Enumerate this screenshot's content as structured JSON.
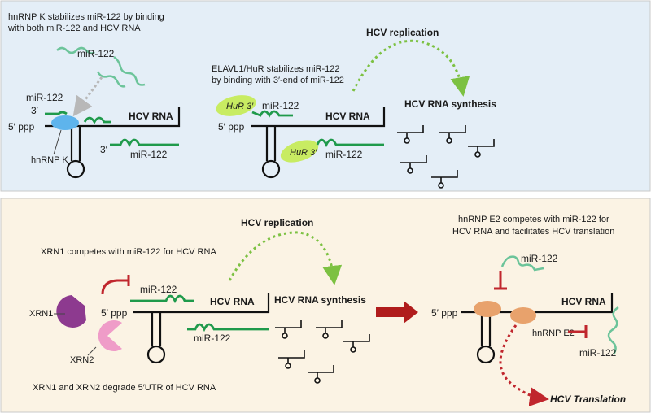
{
  "colors": {
    "top_panel_bg": "#e4eef7",
    "bottom_panel_bg": "#fbf3e4",
    "panel_border": "#c9c9c9",
    "rna_green": "#1f9a4b",
    "mirna_light_green": "#6cc49a",
    "dotted_arrow_green": "#7cc142",
    "hnrnpk_blue": "#5eb4ec",
    "hur_green": "#c8ec62",
    "xrn1_purple": "#8d3a8f",
    "xrn2_pink": "#ef9cc8",
    "hnrnpe2_orange": "#e8a26c",
    "inhibit_red": "#c0262d",
    "big_arrow_red": "#b01c1c",
    "text": "#1a1a1a"
  },
  "top": {
    "left": {
      "caption_line1": "hnRNP K stabilizes miR-122 by binding",
      "caption_line2": "with both miR-122 and HCV RNA",
      "free_mirna_label": "miR-122",
      "bound_mirna_label": "miR-122",
      "three_prime_upper": "3′",
      "five_prime": "5′ ppp",
      "protein_label": "hnRNP K",
      "three_prime_lower": "3′",
      "lower_mirna_label": "miR-122",
      "rna_label": "HCV RNA"
    },
    "middle": {
      "caption_line1": "ELAVL1/HuR stabilizes miR-122",
      "caption_line2": "by binding with 3′-end of miR-122",
      "hur_upper": "HuR 3′",
      "upper_mirna_label": "miR-122",
      "five_prime": "5′ ppp",
      "rna_label": "HCV RNA",
      "hur_lower": "HuR 3′",
      "lower_mirna_label": "miR-122"
    },
    "right": {
      "replication_label": "HCV replication",
      "synthesis_label": "HCV RNA synthesis"
    }
  },
  "bottom": {
    "left": {
      "caption_top": "XRN1 competes with miR-122 for HCV RNA",
      "xrn1_label": "XRN1",
      "xrn2_label": "XRN2",
      "five_prime": "5′ ppp",
      "upper_mirna_label": "miR-122",
      "lower_mirna_label": "miR-122",
      "rna_label": "HCV RNA",
      "caption_bottom": "XRN1 and XRN2 degrade 5′UTR of HCV RNA"
    },
    "middle": {
      "replication_label": "HCV replication",
      "synthesis_label": "HCV RNA synthesis"
    },
    "right": {
      "caption_line1": "hnRNP E2 competes with miR-122 for",
      "caption_line2": "HCV RNA and facilitates HCV translation",
      "upper_mirna_label": "miR-122",
      "five_prime": "5′ ppp",
      "rna_label": "HCV RNA",
      "protein_label": "hnRNP E2",
      "right_mirna_label": "miR-122",
      "translation_label": "HCV Translation"
    }
  }
}
